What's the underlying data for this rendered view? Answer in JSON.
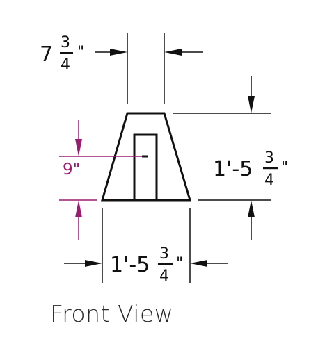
{
  "view_title": "Front View",
  "dimensions": {
    "top_width": {
      "whole": "7",
      "numerator": "3",
      "denominator": "4",
      "unit": "\""
    },
    "height": {
      "whole": "1'-5",
      "numerator": "3",
      "denominator": "4",
      "unit": "\""
    },
    "bottom_width": {
      "whole": "1'-5",
      "numerator": "3",
      "denominator": "4",
      "unit": "\""
    },
    "door_height": {
      "text": "9\""
    }
  },
  "colors": {
    "line": "#111111",
    "accent_dimension": "#9b1b73",
    "caption": "#2a2a2a"
  }
}
